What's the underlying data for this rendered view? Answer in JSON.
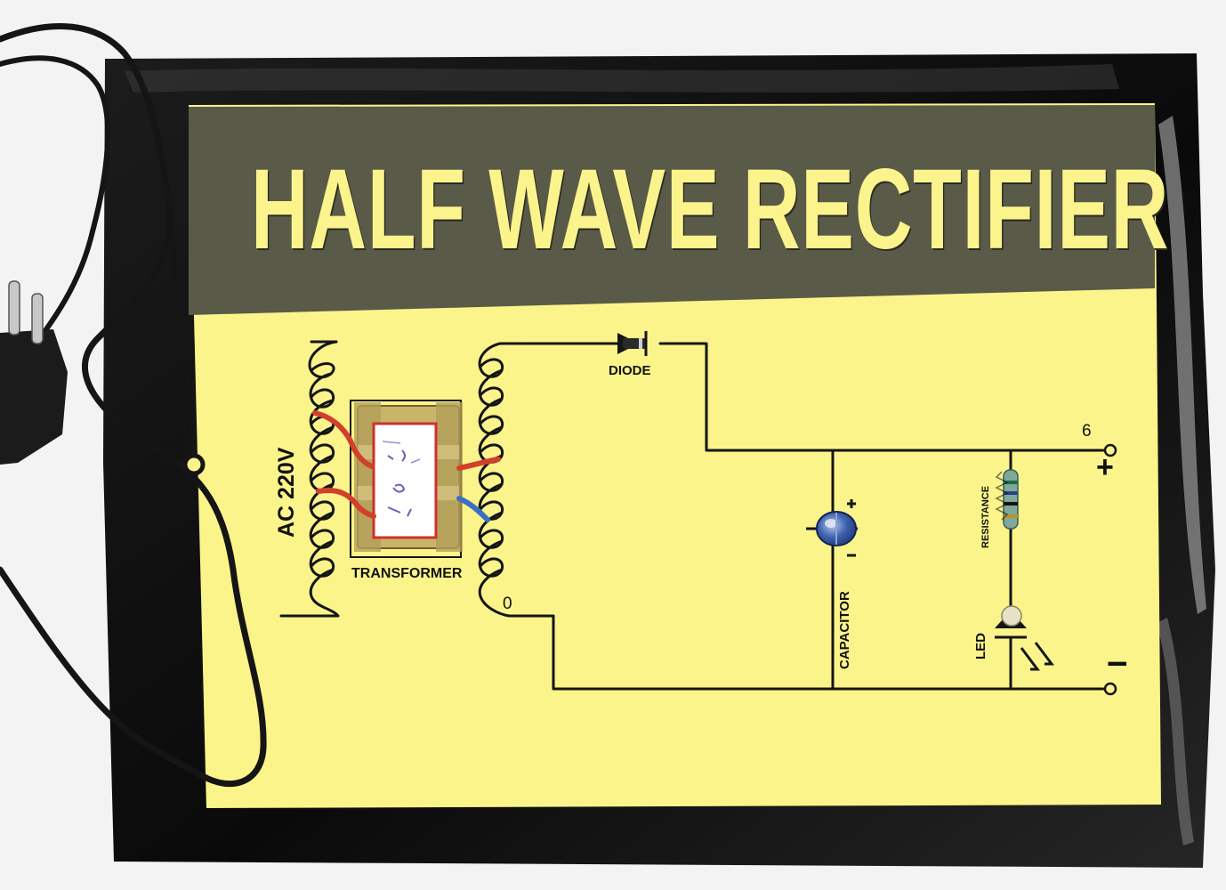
{
  "board": {
    "title": "HALF WAVE RECTIFIER",
    "labels": {
      "diode": "DIODE",
      "transformer": "TRANSFORMER",
      "ac_input": "AC 220V",
      "capacitor": "CAPACITOR",
      "resistance": "RESISTANCE",
      "led": "LED"
    },
    "terminals": {
      "secondary_bottom": "0",
      "output_top_mark": "6",
      "positive": "+",
      "negative": "I"
    }
  },
  "colors": {
    "paper": "#fbf48a",
    "title_band": "#5a5a48",
    "title_text": "#fbf48c",
    "board_backing": "#111111",
    "wire": "#151515",
    "transformer_body": "#c9b46a",
    "lead_red": "#d2402c",
    "lead_blue": "#3a6fc2",
    "capacitor_body": "#3f63b0"
  },
  "icons": [
    "plug-icon",
    "transformer-icon",
    "diode-symbol-icon",
    "capacitor-component-icon",
    "resistor-component-icon",
    "led-component-icon",
    "terminal-icon"
  ]
}
